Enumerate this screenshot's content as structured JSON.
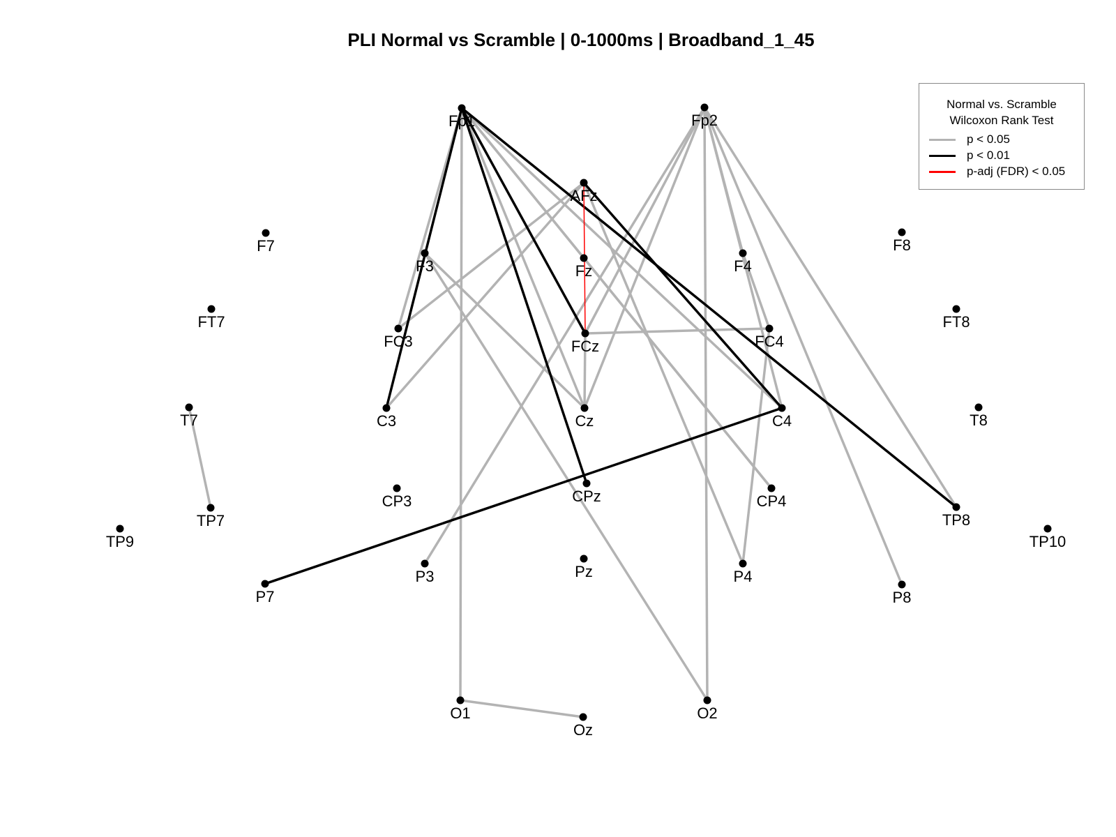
{
  "title": "PLI Normal vs Scramble | 0-1000ms |  Broadband_1_45",
  "colors": {
    "p05": "#b3b3b3",
    "p01": "#000000",
    "fdr": "#ff0000",
    "node": "#000000"
  },
  "legend": {
    "title_line1": "Normal vs. Scramble",
    "title_line2": "Wilcoxon Rank Test",
    "items": [
      {
        "label": "p < 0.05",
        "level": "p05"
      },
      {
        "label": "p < 0.01",
        "level": "p01"
      },
      {
        "label": "p-adj (FDR) < 0.05",
        "level": "fdr"
      }
    ]
  },
  "chart_data": {
    "type": "network",
    "nodes": [
      "Fp1",
      "Fp2",
      "AFz",
      "F7",
      "F3",
      "Fz",
      "F4",
      "F8",
      "FT7",
      "FC3",
      "FCz",
      "FC4",
      "FT8",
      "T7",
      "C3",
      "Cz",
      "C4",
      "T8",
      "TP7",
      "CP3",
      "CPz",
      "CP4",
      "TP8",
      "TP9",
      "TP10",
      "P7",
      "P3",
      "Pz",
      "P4",
      "P8",
      "O1",
      "Oz",
      "O2"
    ],
    "edges": [
      {
        "from": "Fp1",
        "to": "FC3",
        "level": "p05"
      },
      {
        "from": "Fp1",
        "to": "O1",
        "level": "p05"
      },
      {
        "from": "Fp1",
        "to": "Fz",
        "level": "p05"
      },
      {
        "from": "Fp1",
        "to": "Cz",
        "level": "p05"
      },
      {
        "from": "Fp1",
        "to": "CP4",
        "level": "p05"
      },
      {
        "from": "Fp1",
        "to": "C4",
        "level": "p05"
      },
      {
        "from": "Fp1",
        "to": "C3",
        "level": "p01"
      },
      {
        "from": "Fp1",
        "to": "CPz",
        "level": "p01"
      },
      {
        "from": "Fp1",
        "to": "FCz",
        "level": "p01"
      },
      {
        "from": "Fp1",
        "to": "TP8",
        "level": "p01"
      },
      {
        "from": "Fp2",
        "to": "O2",
        "level": "p05"
      },
      {
        "from": "Fp2",
        "to": "F4",
        "level": "p05"
      },
      {
        "from": "Fp2",
        "to": "C4",
        "level": "p05"
      },
      {
        "from": "Fp2",
        "to": "P8",
        "level": "p05"
      },
      {
        "from": "Fp2",
        "to": "TP8",
        "level": "p05"
      },
      {
        "from": "Fp2",
        "to": "P3",
        "level": "p05"
      },
      {
        "from": "Fp2",
        "to": "Cz",
        "level": "p05"
      },
      {
        "from": "Fp2",
        "to": "FCz",
        "level": "p05"
      },
      {
        "from": "AFz",
        "to": "FC3",
        "level": "p05"
      },
      {
        "from": "AFz",
        "to": "C3",
        "level": "p05"
      },
      {
        "from": "AFz",
        "to": "P4",
        "level": "p05"
      },
      {
        "from": "AFz",
        "to": "C4",
        "level": "p01"
      },
      {
        "from": "AFz",
        "to": "FCz",
        "level": "fdr"
      },
      {
        "from": "F3",
        "to": "Cz",
        "level": "p05"
      },
      {
        "from": "F3",
        "to": "O2",
        "level": "p05"
      },
      {
        "from": "Fz",
        "to": "CP4",
        "level": "p05"
      },
      {
        "from": "F4",
        "to": "FC4",
        "level": "p05"
      },
      {
        "from": "FCz",
        "to": "FC4",
        "level": "p05"
      },
      {
        "from": "FCz",
        "to": "Cz",
        "level": "p05"
      },
      {
        "from": "FC4",
        "to": "P4",
        "level": "p05"
      },
      {
        "from": "T7",
        "to": "TP7",
        "level": "p05"
      },
      {
        "from": "O1",
        "to": "Oz",
        "level": "p05"
      },
      {
        "from": "C4",
        "to": "P7",
        "level": "p01"
      }
    ]
  }
}
